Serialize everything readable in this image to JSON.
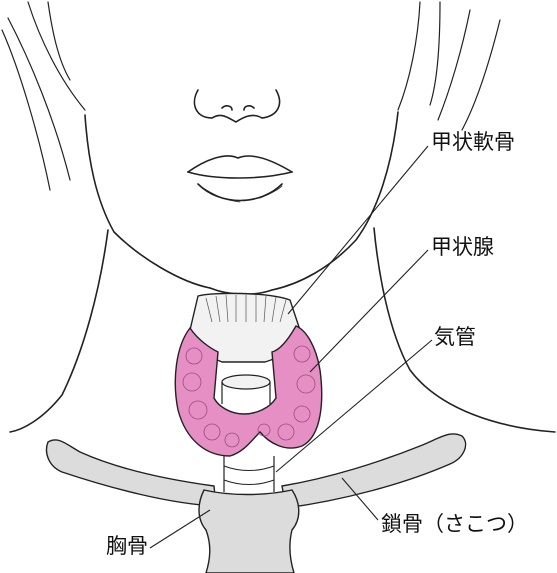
{
  "labels": {
    "thyroid_cartilage": "甲状軟骨",
    "thyroid_gland": "甲状腺",
    "trachea": "気管",
    "clavicle": "鎖骨（さこつ）",
    "sternum": "胸骨"
  },
  "colors": {
    "thyroid": "#e58fc4",
    "bone": "#dcdcdc",
    "line": "#222222"
  }
}
